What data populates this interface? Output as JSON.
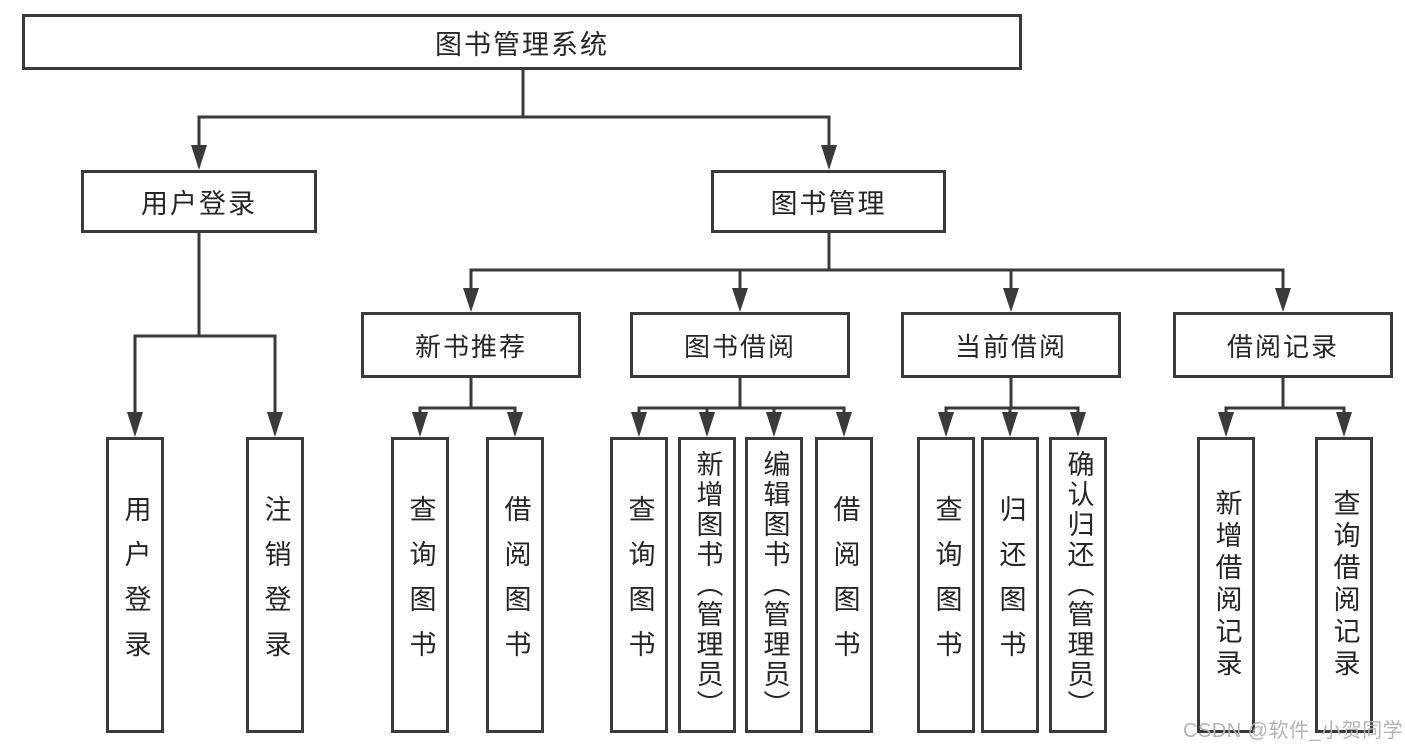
{
  "tree": {
    "root": {
      "label": "图书管理系统"
    },
    "user_login": {
      "label": "用户登录",
      "children": {
        "login": {
          "label": "用户登录"
        },
        "logout": {
          "label": "注销登录"
        }
      }
    },
    "book_management": {
      "label": "图书管理",
      "children": {
        "new_book_recommend": {
          "label": "新书推荐",
          "children": {
            "query_books": {
              "label": "查询图书"
            },
            "borrow_books": {
              "label": "借阅图书"
            }
          }
        },
        "book_borrowing": {
          "label": "图书借阅",
          "children": {
            "query_books": {
              "label": "查询图书"
            },
            "add_books_admin": {
              "label": "新增图书（管理员）"
            },
            "edit_books_admin": {
              "label": "编辑图书（管理员）"
            },
            "borrow_books": {
              "label": "借阅图书"
            }
          }
        },
        "current_borrowing": {
          "label": "当前借阅",
          "children": {
            "query_books": {
              "label": "查询图书"
            },
            "return_books": {
              "label": "归还图书"
            },
            "confirm_return_admin": {
              "label": "确认归还（管理员）"
            }
          }
        },
        "borrowing_records": {
          "label": "借阅记录",
          "children": {
            "add_borrow_record": {
              "label": "新增借阅记录"
            },
            "query_borrow_record": {
              "label": "查询借阅记录"
            }
          }
        }
      }
    }
  },
  "colors": {
    "line": "#3a3a3a",
    "text": "#262626",
    "background": "#ffffff",
    "watermark": "#b4b4b4"
  },
  "watermark": {
    "text": "CSDN @软件_小贺同学"
  }
}
